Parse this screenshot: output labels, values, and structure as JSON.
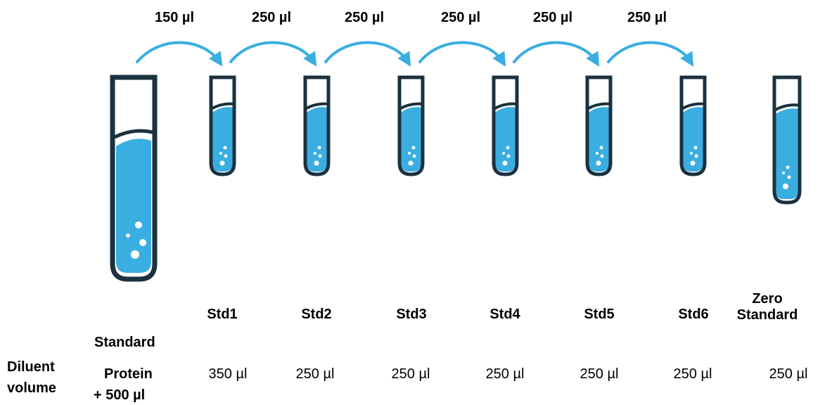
{
  "transfers": [
    "150 µl",
    "250 µl",
    "250 µl",
    "250 µl",
    "250 µl",
    "250 µl"
  ],
  "standards": [
    "Std1",
    "Std2",
    "Std3",
    "Std4",
    "Std5",
    "Std6"
  ],
  "zero_standard": {
    "line1": "Zero",
    "line2": "Standard"
  },
  "row_labels": {
    "standard": "Standard",
    "diluent_line1": "Diluent",
    "diluent_line2": "volume",
    "protein_line1": "Protein",
    "protein_line2": "+ 500 µl"
  },
  "diluent_volumes": [
    "350 µl",
    "250 µl",
    "250 µl",
    "250 µl",
    "250 µl",
    "250 µl",
    "250 µl"
  ],
  "colors": {
    "liquid": "#3aaee0",
    "outline": "#1b3140",
    "arrow": "#3aaee0"
  }
}
